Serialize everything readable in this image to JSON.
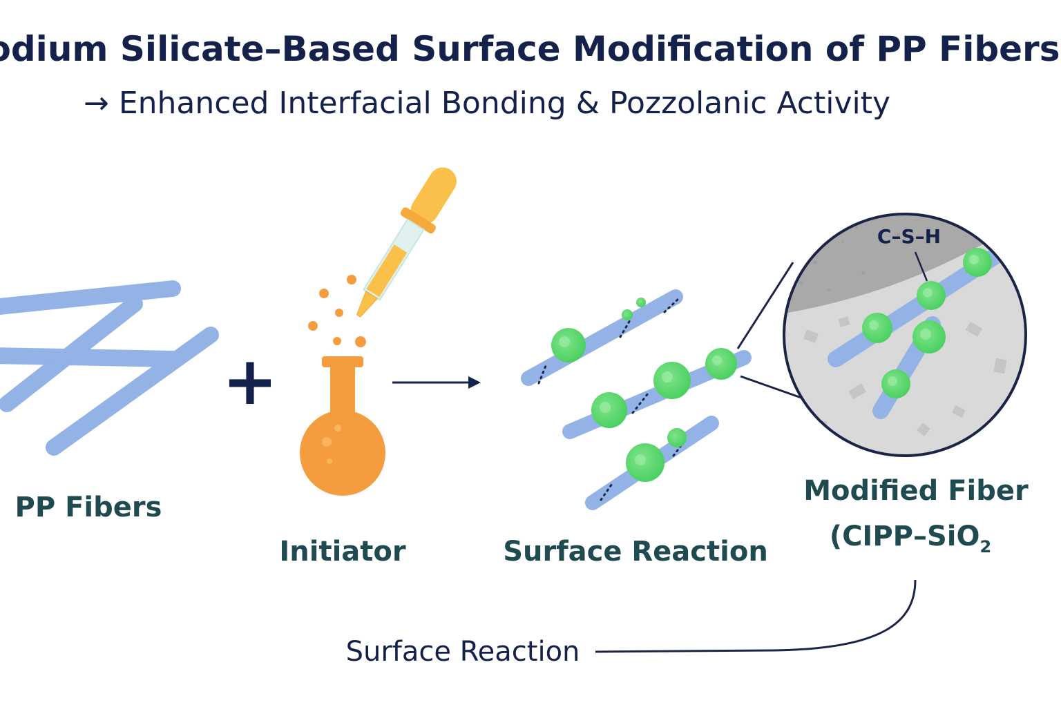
{
  "title": "Sodium Silicate–Based Surface Modification of PP Fibers",
  "subtitle": "→ Enhanced Interfacial Bonding & Pozzolanic Activity",
  "labels": {
    "pp_fibers": "PP Fibers",
    "initiator": "Initiator",
    "surface_reaction": "Surface Reaction",
    "modified_fiber_line1": "Modified Fiber",
    "modified_fiber_line2": "(CIPP–SiO",
    "modified_fiber_sub": "2",
    "csh": "C–S–H",
    "bottom_label": "Surface Reaction"
  },
  "symbols": {
    "plus": "+",
    "arrow": "→"
  },
  "colors": {
    "title": "#14214a",
    "label": "#1f4a50",
    "fiber": "#93b3e6",
    "fiber_dark": "#7e9fd8",
    "flask": "#f59c3e",
    "dropper_bulb": "#fbc04a",
    "nanoparticle": "#54d66a",
    "nanoparticle_light": "#a7eeae",
    "matrix_dark": "#a9a9a9",
    "matrix_light": "#d7d7d7",
    "outline": "#1b2447"
  }
}
